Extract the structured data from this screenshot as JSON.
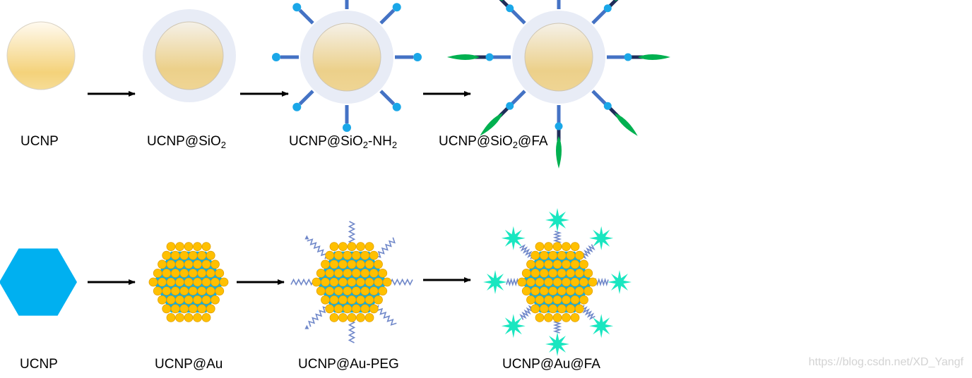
{
  "top_row": {
    "labels": [
      {
        "base": "UCNP"
      },
      {
        "base": "UCNP@SiO",
        "sub": "2"
      },
      {
        "base": "UCNP@SiO",
        "sub": "2",
        "tail": "-NH",
        "sub2": "2"
      },
      {
        "base": "UCNP@SiO",
        "sub": "2",
        "tail": "@FA"
      }
    ]
  },
  "bottom_row": {
    "labels": [
      "UCNP",
      "UCNP@Au",
      "UCNP@Au-PEG",
      "UCNP@Au@FA"
    ]
  },
  "colors": {
    "core_light": "#fffaf0",
    "core_dark": "#f4d27a",
    "shell": "#e8ecf6",
    "linker": "#4472c4",
    "amine_dot": "#1aa7e8",
    "fa_stick": "#1f2d5a",
    "leaf": "#00b050",
    "hexagon": "#00b0f0",
    "gold_dot": "#ffc000",
    "gold_outline": "#e0a000",
    "peg_chain": "#6f87c9",
    "fa_star": "#19e6c0",
    "arrow": "#000000",
    "watermark": "#d3d3d3"
  },
  "watermark": "https://blog.csdn.net/XD_Yangf"
}
